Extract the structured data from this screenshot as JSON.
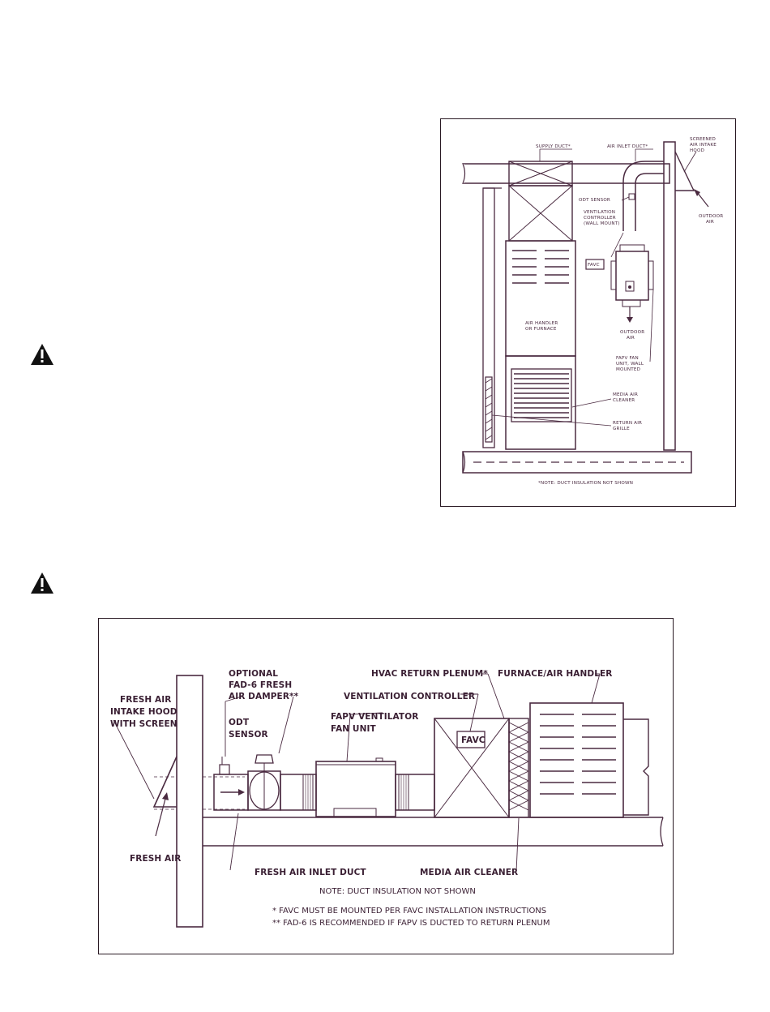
{
  "fig1": {
    "labels": {
      "supply_duct": "SUPPLY DUCT*",
      "air_inlet_duct": "AIR INLET DUCT*",
      "screened_hood_1": "SCREENED",
      "screened_hood_2": "AIR INTAKE",
      "screened_hood_3": "HOOD",
      "odt_sensor": "ODT SENSOR",
      "vent_ctrl_1": "VENTILATION",
      "vent_ctrl_2": "CONTROLLER",
      "vent_ctrl_3": "(WALL MOUNT)",
      "favc": "FAVC",
      "outdoor_air_top_1": "OUTDOOR",
      "outdoor_air_top_2": "AIR",
      "outdoor_air_bot_1": "OUTDOOR",
      "outdoor_air_bot_2": "AIR",
      "air_handler_1": "AIR HANDLER",
      "air_handler_2": "OR FURNACE",
      "fapv_1": "FAPV FAN",
      "fapv_2": "UNIT, WALL",
      "fapv_3": "MOUNTED",
      "media_1": "MEDIA AIR",
      "media_2": "CLEANER",
      "return_1": "RETURN AIR",
      "return_2": "GRILLE",
      "note": "*NOTE: DUCT INSULATION NOT SHOWN"
    }
  },
  "fig2": {
    "labels": {
      "optional_1": "OPTIONAL",
      "optional_2": "FAD-6 FRESH",
      "optional_3": "AIR DAMPER**",
      "hvac_return": "HVAC RETURN PLENUM*",
      "furnace": "FURNACE/AIR HANDLER",
      "vent_ctrl": "VENTILATION CONTROLLER",
      "hood_1": "FRESH AIR",
      "hood_2": "INTAKE HOOD",
      "hood_3": "WITH SCREEN",
      "odt_1": "ODT",
      "odt_2": "SENSOR",
      "fapv_1": "FAPV VENTILATOR",
      "fapv_2": "FAN UNIT",
      "favc": "FAVC",
      "fresh_air": "FRESH AIR",
      "inlet_duct": "FRESH AIR INLET DUCT",
      "media": "MEDIA AIR CLEANER",
      "note": "NOTE:  DUCT INSULATION NOT SHOWN",
      "foot1": "* FAVC MUST BE MOUNTED PER FAVC INSTALLATION INSTRUCTIONS",
      "foot2": "** FAD-6 IS RECOMMENDED IF FAPV IS DUCTED TO RETURN PLENUM"
    }
  },
  "icons": {
    "warning_1": "warning-triangle-icon",
    "warning_2": "warning-triangle-icon"
  },
  "colors": {
    "line": "#4a2a40",
    "text": "#3a1f33"
  }
}
